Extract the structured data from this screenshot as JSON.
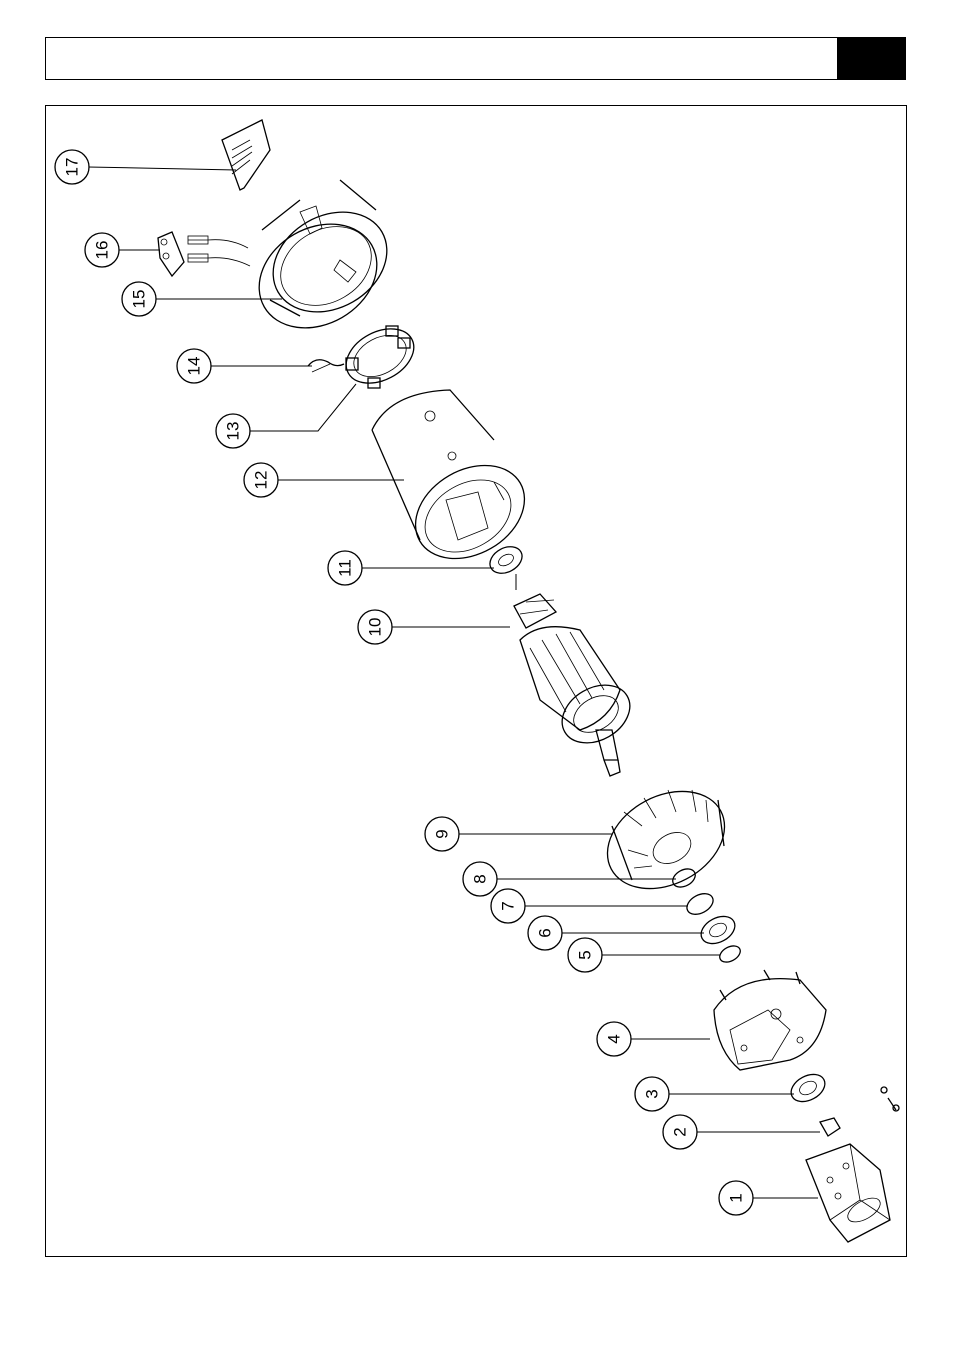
{
  "header": {
    "title": ""
  },
  "callouts": [
    {
      "id": "c17",
      "label": "17"
    },
    {
      "id": "c16",
      "label": "16"
    },
    {
      "id": "c15",
      "label": "15"
    },
    {
      "id": "c14",
      "label": "14"
    },
    {
      "id": "c13",
      "label": "13"
    },
    {
      "id": "c12",
      "label": "12"
    },
    {
      "id": "c11",
      "label": "11"
    },
    {
      "id": "c10",
      "label": "10"
    },
    {
      "id": "c9",
      "label": "9"
    },
    {
      "id": "c8",
      "label": "8"
    },
    {
      "id": "c7",
      "label": "7"
    },
    {
      "id": "c6",
      "label": "6"
    },
    {
      "id": "c5",
      "label": "5"
    },
    {
      "id": "c4",
      "label": "4"
    },
    {
      "id": "c3",
      "label": "3"
    },
    {
      "id": "c2",
      "label": "2"
    },
    {
      "id": "c1",
      "label": "1"
    }
  ]
}
